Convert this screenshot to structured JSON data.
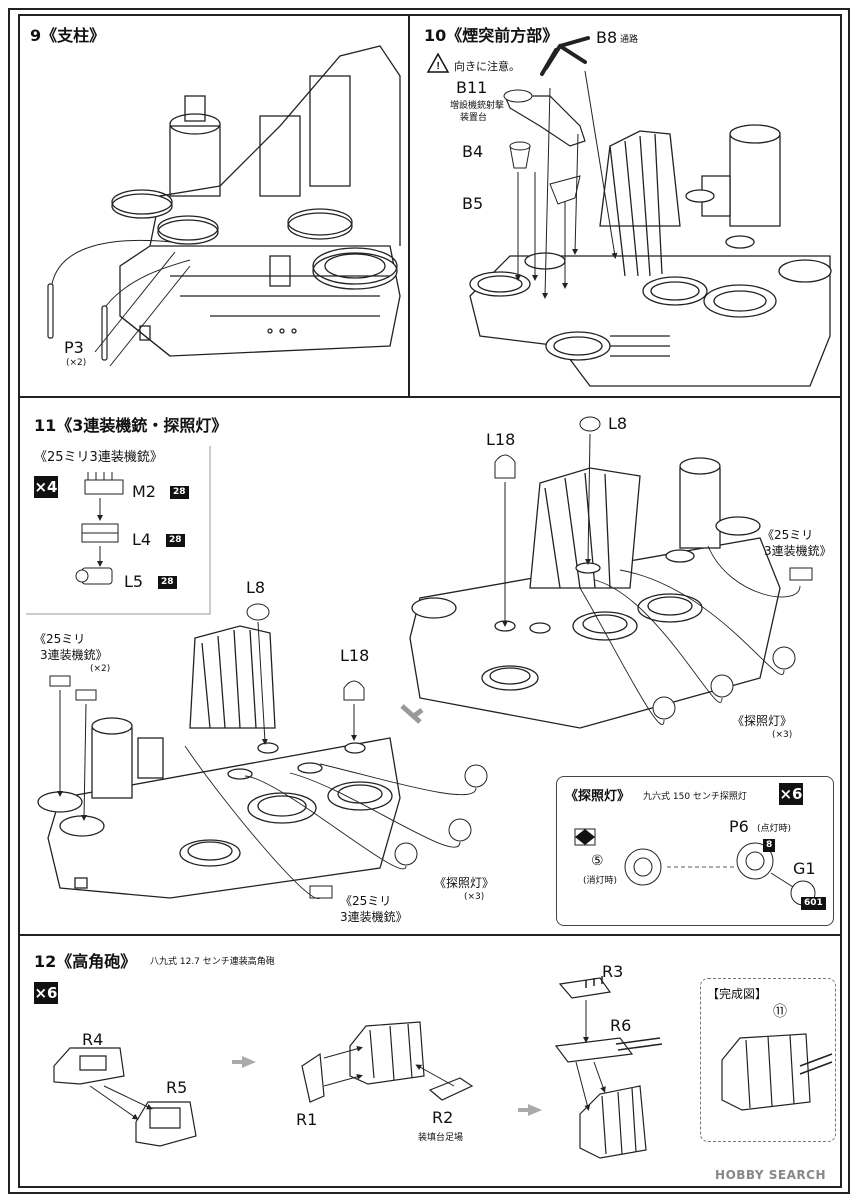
{
  "step9": {
    "title": "9《支柱》",
    "part": "P3",
    "qty": "(×2)"
  },
  "step10": {
    "title": "10《煙突前方部》",
    "caution": "向きに注意。",
    "b8": "B8",
    "b8_note": "通路",
    "b11": "B11",
    "b11_note1": "増設機銃射撃",
    "b11_note2": "装置台",
    "b4": "B4",
    "b5": "B5"
  },
  "step11": {
    "title": "11《3連装機銃・探照灯》",
    "sub_title": "《25ミリ3連装機銃》",
    "qty": "×4",
    "m2": "M2",
    "m2_color": "28",
    "l4": "L4",
    "l4_color": "28",
    "l5": "L5",
    "l5_color": "28",
    "l8": "L8",
    "l18": "L18",
    "mg_label_1": "《25ミリ",
    "mg_label_2": "3連装機銃》",
    "mg_qty": "(×2)",
    "search_label": "《探照灯》",
    "search_qty": "(×3)",
    "search_box": {
      "title": "《探照灯》",
      "subtitle": "九六式 150 センチ探照灯",
      "qty": "×6",
      "circle_num": "⑤",
      "off_note": "(消灯時)",
      "p6": "P6",
      "on_note": "(点灯時)",
      "p6_color": "8",
      "g1": "G1",
      "g1_color": "601"
    }
  },
  "step12": {
    "title": "12《高角砲》",
    "subtitle": "八九式 12.7 センチ連装高角砲",
    "qty": "×6",
    "r4": "R4",
    "r5": "R5",
    "r1": "R1",
    "r2": "R2",
    "r2_note": "装填台足場",
    "r3": "R3",
    "r6": "R6",
    "complete": "【完成図】",
    "complete_num": "⑪"
  },
  "watermark": "HOBBY SEARCH"
}
